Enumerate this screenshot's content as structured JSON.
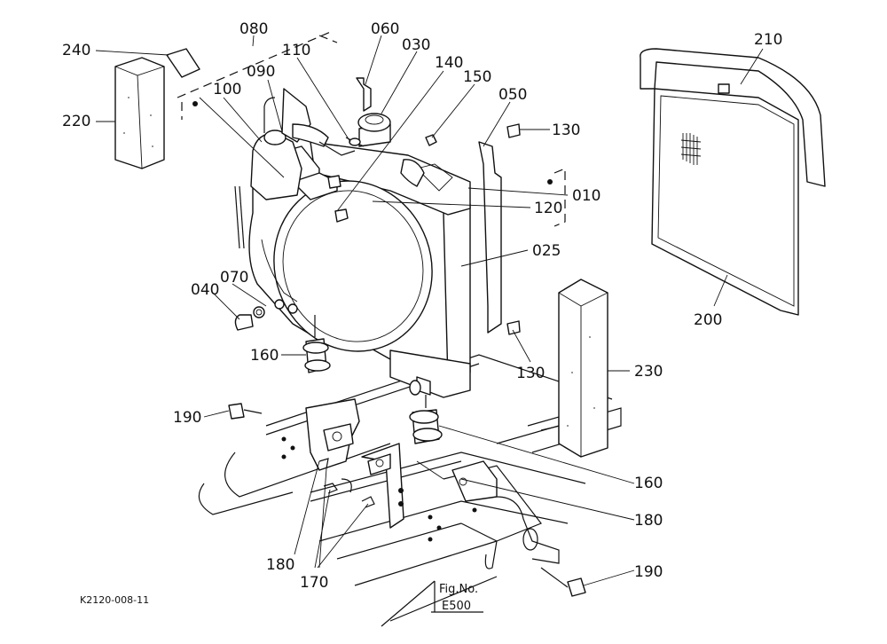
{
  "callouts": [
    {
      "id": "c240",
      "text": "240"
    },
    {
      "id": "c080",
      "text": "080"
    },
    {
      "id": "c060",
      "text": "060"
    },
    {
      "id": "c030",
      "text": "030"
    },
    {
      "id": "c110",
      "text": "110"
    },
    {
      "id": "c090",
      "text": "090"
    },
    {
      "id": "c140",
      "text": "140"
    },
    {
      "id": "c100",
      "text": "100"
    },
    {
      "id": "c150",
      "text": "150"
    },
    {
      "id": "c050",
      "text": "050"
    },
    {
      "id": "c130a",
      "text": "130"
    },
    {
      "id": "c220",
      "text": "220"
    },
    {
      "id": "c010",
      "text": "010"
    },
    {
      "id": "c120",
      "text": "120"
    },
    {
      "id": "c025",
      "text": "025"
    },
    {
      "id": "c210",
      "text": "210"
    },
    {
      "id": "c200",
      "text": "200"
    },
    {
      "id": "c070",
      "text": "070"
    },
    {
      "id": "c040",
      "text": "040"
    },
    {
      "id": "c160a",
      "text": "160"
    },
    {
      "id": "c130b",
      "text": "130"
    },
    {
      "id": "c230",
      "text": "230"
    },
    {
      "id": "c190a",
      "text": "190"
    },
    {
      "id": "c160b",
      "text": "160"
    },
    {
      "id": "c180a",
      "text": "180"
    },
    {
      "id": "c180b",
      "text": "180"
    },
    {
      "id": "c170",
      "text": "170"
    },
    {
      "id": "c190b",
      "text": "190"
    }
  ],
  "fig_ref": {
    "label": "Fig.No.",
    "number": "E500"
  },
  "drawing_code": "K2120-008-11"
}
